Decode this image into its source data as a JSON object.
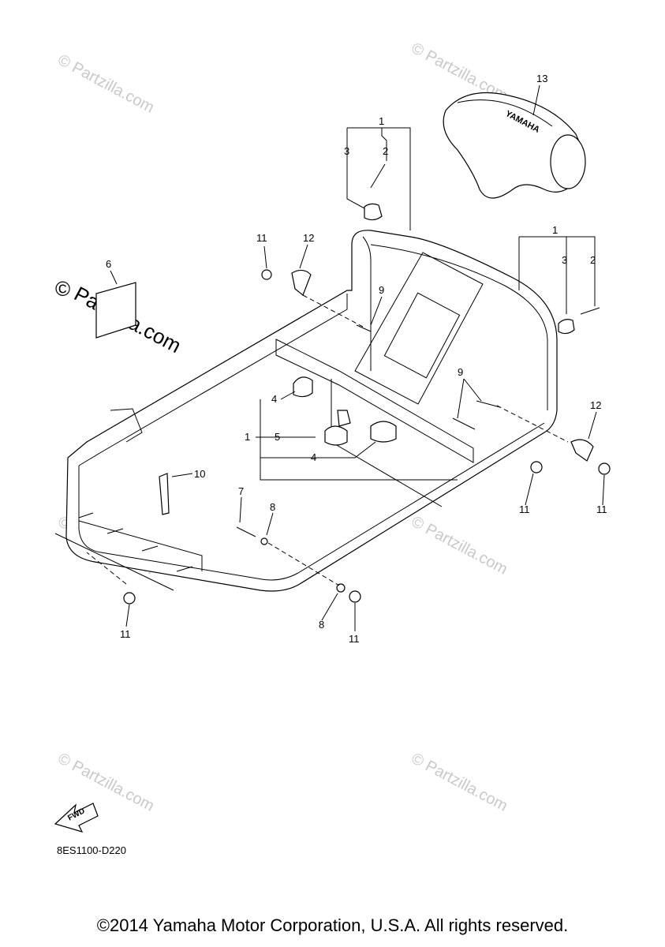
{
  "callouts": {
    "c1a": "1",
    "c2a": "2",
    "c3a": "3",
    "c1b": "1",
    "c2b": "2",
    "c3b": "3",
    "c1c": "1",
    "c4a": "4",
    "c4b": "4",
    "c5": "5",
    "c6": "6",
    "c7": "7",
    "c8a": "8",
    "c8b": "8",
    "c9a": "9",
    "c9b": "9",
    "c10": "10",
    "c11a": "11",
    "c11b": "11",
    "c11c": "11",
    "c11d": "11",
    "c11e": "11",
    "c12a": "12",
    "c12b": "12",
    "c13": "13"
  },
  "watermarks": {
    "small": "© Partzilla.com",
    "large_symbol": "©",
    "large_text": "Partzilla.com"
  },
  "seat_logo_text": "YAMAHA",
  "fwd_label": "FWD",
  "diagram_code": "8ES1100-D220",
  "copyright": "©2014 Yamaha Motor Corporation, U.S.A. All rights reserved."
}
